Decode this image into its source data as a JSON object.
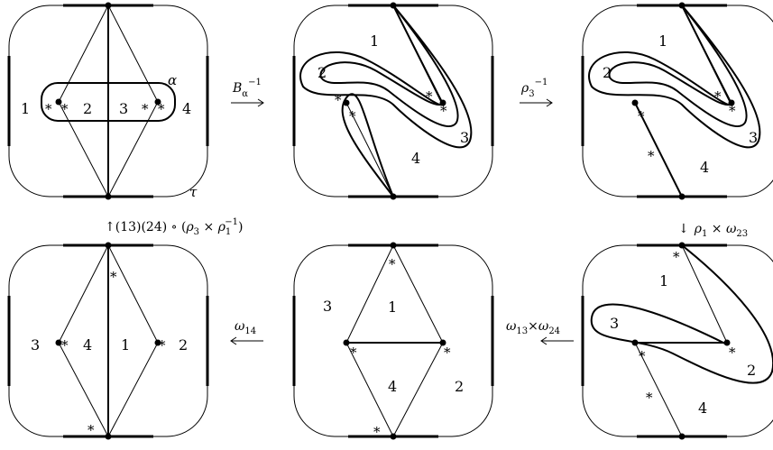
{
  "panels": [
    {
      "labels": [
        "1",
        "2",
        "3",
        "4"
      ],
      "curve_labels": [
        "α",
        "τ"
      ],
      "asterisks": [
        "*",
        "*",
        "*",
        "*"
      ]
    },
    {
      "labels": [
        "1",
        "2",
        "3",
        "4"
      ],
      "asterisks": [
        "*",
        "*",
        "*",
        "*"
      ]
    },
    {
      "labels": [
        "1",
        "2",
        "3",
        "4"
      ],
      "asterisks": [
        "*",
        "*",
        "*",
        "*"
      ]
    },
    {
      "labels": [
        "1",
        "2",
        "3",
        "4"
      ],
      "asterisks": [
        "*",
        "*",
        "*",
        "*"
      ]
    },
    {
      "labels": [
        "3",
        "1",
        "4",
        "2"
      ],
      "asterisks": [
        "*",
        "*",
        "*",
        "*"
      ]
    },
    {
      "labels": [
        "3",
        "4",
        "1",
        "2"
      ],
      "asterisks": [
        "*",
        "*",
        "*",
        "*"
      ]
    }
  ],
  "arrows": {
    "a1": {
      "base": "B",
      "sub": "α",
      "sup": "−1"
    },
    "a2": {
      "base": "ρ",
      "sub": "3",
      "sup": "−1"
    },
    "a3": {
      "prefix": "↓",
      "t1": "ρ",
      "s1": "1",
      "mid": " × ",
      "t2": "ω",
      "s2": "23"
    },
    "a4": {
      "t1": "ω",
      "s1": "13",
      "mid": "×",
      "t2": "ω",
      "s2": "24"
    },
    "a5": {
      "t1": "ω",
      "s1": "14"
    },
    "a6": {
      "prefix": "↑(13)(24) ∘ (",
      "t1": "ρ",
      "s1": "3",
      "mid": " × ",
      "t2": "ρ",
      "s2": "1",
      "sup2": "−1",
      "suffix": ")"
    }
  }
}
